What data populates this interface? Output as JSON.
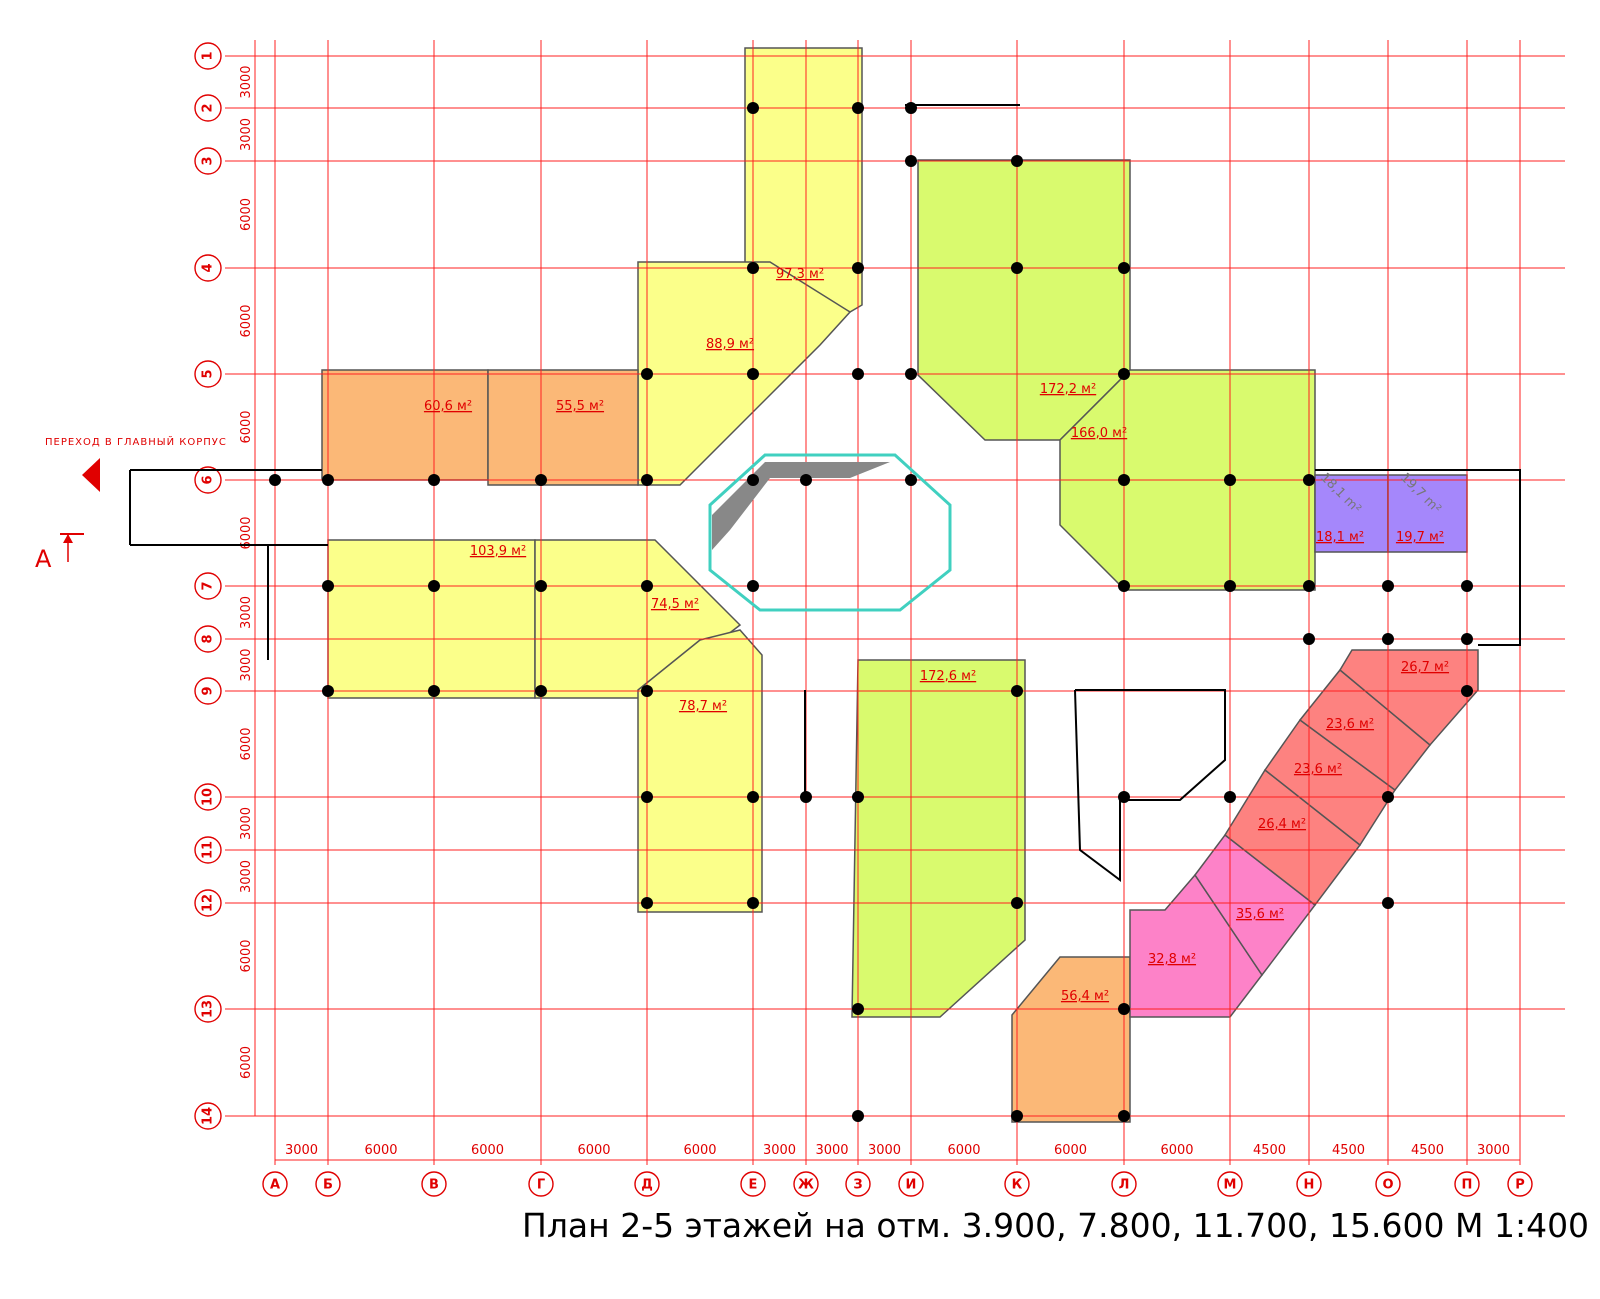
{
  "title": "План 2-5 этажей на отм. 3.900, 7.800, 11.700, 15.600 М 1:400",
  "passage_label": "ПЕРЕХОД В ГЛАВНЫЙ КОРПУС",
  "section_mark": "А",
  "axes_vertical": [
    "А",
    "Б",
    "В",
    "Г",
    "Д",
    "Е",
    "Ж",
    "З",
    "И",
    "К",
    "Л",
    "М",
    "Н",
    "О",
    "П",
    "Р"
  ],
  "axes_horizontal": [
    "1",
    "2",
    "3",
    "4",
    "5",
    "6",
    "7",
    "8",
    "9",
    "10",
    "11",
    "12",
    "13",
    "14"
  ],
  "dims_bottom": [
    "3000",
    "6000",
    "6000",
    "6000",
    "6000",
    "3000",
    "3000",
    "3000",
    "6000",
    "6000",
    "6000",
    "4500",
    "4500",
    "4500",
    "3000"
  ],
  "dims_left": [
    "3000",
    "3000",
    "6000",
    "6000",
    "6000",
    "6000",
    "3000",
    "3000",
    "6000",
    "3000",
    "3000",
    "6000",
    "6000"
  ],
  "colors": {
    "yellow": "#fbff8a",
    "green": "#d9fa6e",
    "orange": "#fbb877",
    "purple": "#a587fb",
    "salmon": "#fd8280",
    "pink": "#fd82c8",
    "grid": "#ff2020"
  },
  "rooms": [
    {
      "area": "97,3 м²",
      "color": "yellow"
    },
    {
      "area": "88,9 м²",
      "color": "yellow"
    },
    {
      "area": "60,6 м²",
      "color": "orange"
    },
    {
      "area": "55,5 м²",
      "color": "orange"
    },
    {
      "area": "103,9 м²",
      "color": "yellow"
    },
    {
      "area": "74,5 м²",
      "color": "yellow"
    },
    {
      "area": "78,7 м²",
      "color": "yellow"
    },
    {
      "area": "172,2 м²",
      "color": "green"
    },
    {
      "area": "166,0 м²",
      "color": "green"
    },
    {
      "area": "18,1 м²",
      "color": "purple"
    },
    {
      "area": "19,7 м²",
      "color": "purple"
    },
    {
      "area": "172,6 м²",
      "color": "green"
    },
    {
      "area": "56,4 м²",
      "color": "orange"
    },
    {
      "area": "32,8 м²",
      "color": "pink"
    },
    {
      "area": "35,6 м²",
      "color": "pink"
    },
    {
      "area": "26,4 м²",
      "color": "salmon"
    },
    {
      "area": "23,6 м²",
      "color": "salmon"
    },
    {
      "area": "23,6 м²",
      "color": "salmon"
    },
    {
      "area": "26,7 м²",
      "color": "salmon"
    }
  ],
  "grey_labels": [
    "18,1 m²",
    "19,7 m²"
  ]
}
